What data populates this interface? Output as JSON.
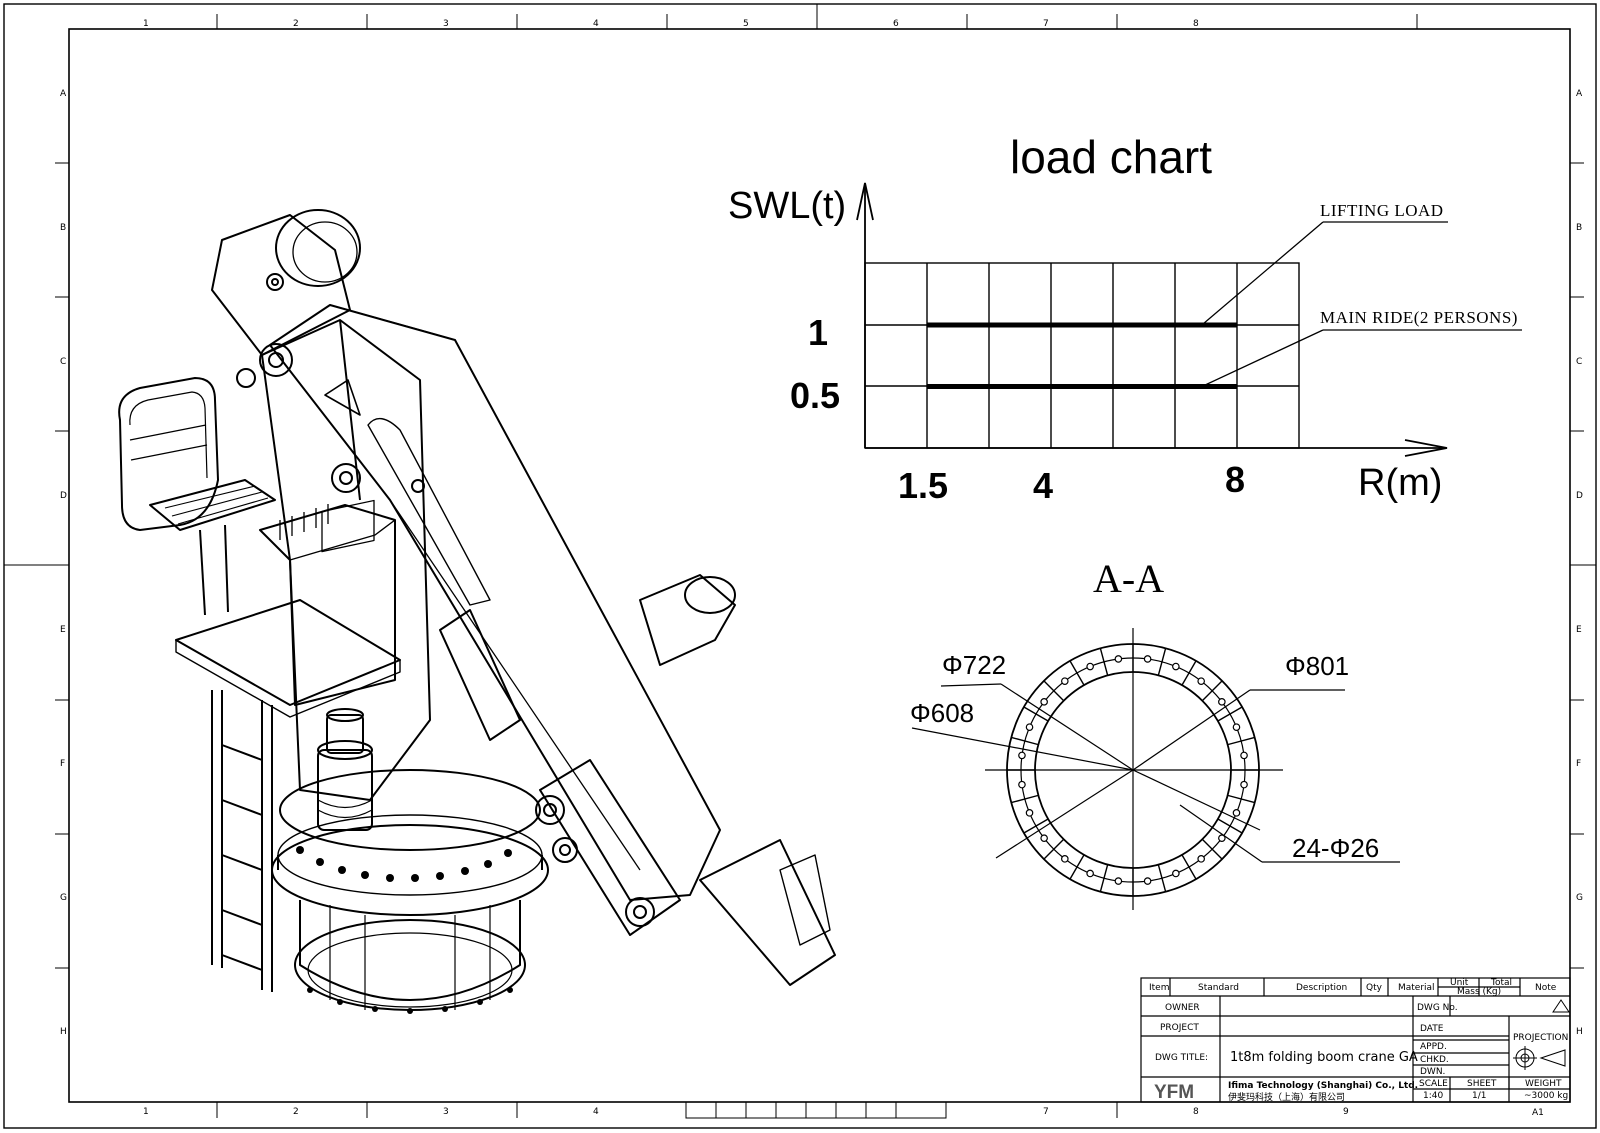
{
  "zones": {
    "columns_top": [
      "1",
      "2",
      "3",
      "4",
      "5",
      "6",
      "7",
      "8"
    ],
    "columns_bottom": [
      "1",
      "2",
      "3",
      "4",
      "7",
      "8",
      "9"
    ],
    "rows": [
      "A",
      "B",
      "C",
      "D",
      "E",
      "F",
      "G",
      "H"
    ]
  },
  "load_chart": {
    "title": "load chart",
    "y_axis_label": "SWL(t)",
    "x_axis_label": "R(m)",
    "y_ticks": [
      "1",
      "0.5"
    ],
    "x_ticks": [
      "1.5",
      "4",
      "8"
    ],
    "legend": {
      "lifting": "LIFTING LOAD",
      "ride": "MAIN RIDE(2 PERSONS)"
    }
  },
  "chart_data": {
    "type": "line",
    "title": "load chart",
    "xlabel": "R(m)",
    "ylabel": "SWL(t)",
    "series": [
      {
        "name": "LIFTING LOAD",
        "x": [
          1.5,
          8
        ],
        "y": [
          1,
          1
        ]
      },
      {
        "name": "MAIN RIDE(2 PERSONS)",
        "x": [
          1.5,
          8
        ],
        "y": [
          0.5,
          0.5
        ]
      }
    ],
    "grid": true
  },
  "section": {
    "title": "A-A",
    "dim_722": "Φ722",
    "dim_801": "Φ801",
    "dim_608": "Φ608",
    "bolts": "24-Φ26"
  },
  "title_block": {
    "head": {
      "item": "Item",
      "standard": "Standard",
      "description": "Description",
      "qty": "Qty",
      "material": "Material",
      "unit": "Unit",
      "total": "Total",
      "mass": "Mass (Kg)",
      "note": "Note"
    },
    "owner": "OWNER",
    "project": "PROJECT",
    "dwg_title_label": "DWG TITLE:",
    "dwg_title": "1t8m folding boom crane GA",
    "dwg_no": "DWG No.",
    "date": "DATE",
    "appd": "APPD.",
    "chkd": "CHKD.",
    "dwn": "DWN.",
    "scale_label": "SCALE",
    "scale": "1:40",
    "sheet_label": "SHEET",
    "sheet": "1/1",
    "weight_label": "WEIGHT",
    "weight": "~3000 kg",
    "projection": "PROJECTION",
    "size": "A1",
    "logo": "YFM",
    "company_en": "Ifima Technology (Shanghai) Co., Ltd.",
    "company_cn": "伊斐玛科技（上海）有限公司"
  }
}
